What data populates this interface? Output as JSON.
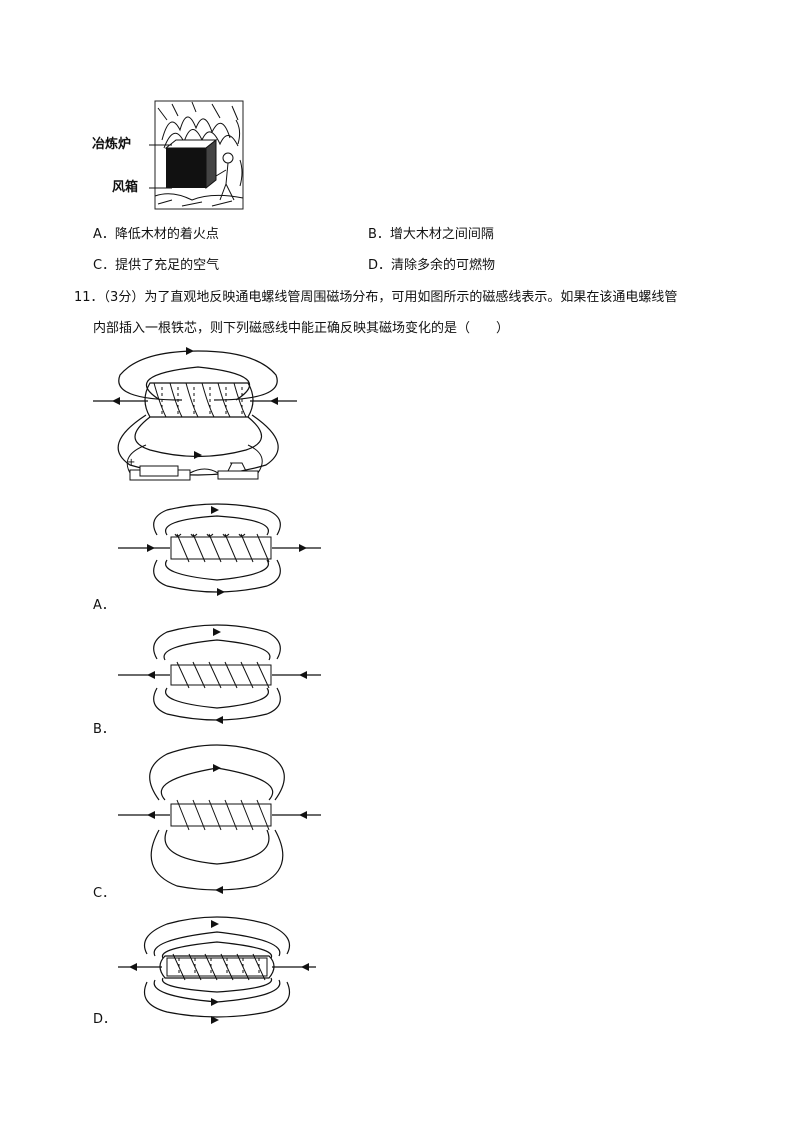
{
  "furnace_figure": {
    "label_furnace": "冶炼炉",
    "label_bellows": "风箱"
  },
  "q10_options": [
    {
      "letter": "A．",
      "text": "降低木材的着火点"
    },
    {
      "letter": "B．",
      "text": "增大木材之间间隔"
    },
    {
      "letter": "C．",
      "text": "提供了充足的空气"
    },
    {
      "letter": "D．",
      "text": "清除多余的可燃物"
    }
  ],
  "q11": {
    "number": "11．",
    "score": "（3分）",
    "line1": "为了直观地反映通电螺线管周围磁场分布，可用如图所示的磁感线表示。如果在该通电螺线管",
    "line2": "内部插入一根铁芯，则下列磁感线中能正确反映其磁场变化的是（　　）",
    "battery_plus": "+",
    "options": [
      "A．",
      "B．",
      "C．",
      "D．"
    ]
  }
}
